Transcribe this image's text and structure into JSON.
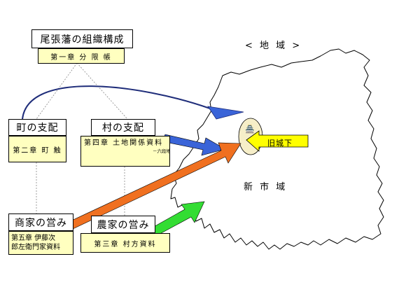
{
  "area": {
    "title": "< 地 域 >",
    "new_city": "新 市 域",
    "old_castle": "旧城下",
    "castle_glyph": "🏯"
  },
  "domain_box": {
    "title": "尾張藩の組織構成",
    "chapter": "第一章 分 限 帳"
  },
  "town_box": {
    "title": "町の支配",
    "chapter": "第二章 町 触"
  },
  "village_box": {
    "title": "村の支配",
    "chapter": "第四章 土地関係資料",
    "note": "－六段地帳"
  },
  "merchant_box": {
    "title": "商家の営み",
    "chapter_lines": [
      "第五章 伊藤次",
      "郎左衛門家資料"
    ]
  },
  "farmer_box": {
    "title": "農家の営み",
    "chapter": "第三章 村方資料"
  },
  "colors": {
    "yellow_box": "#ffffc0",
    "arc_arrow": "#1f2d7a",
    "blue_arrow": "#3a64d8",
    "orange_arrow": "#f07020",
    "green_arrow": "#33dd33",
    "yellow_arrow": "#ffff00",
    "castle_ellipse": "#f6eec8"
  }
}
